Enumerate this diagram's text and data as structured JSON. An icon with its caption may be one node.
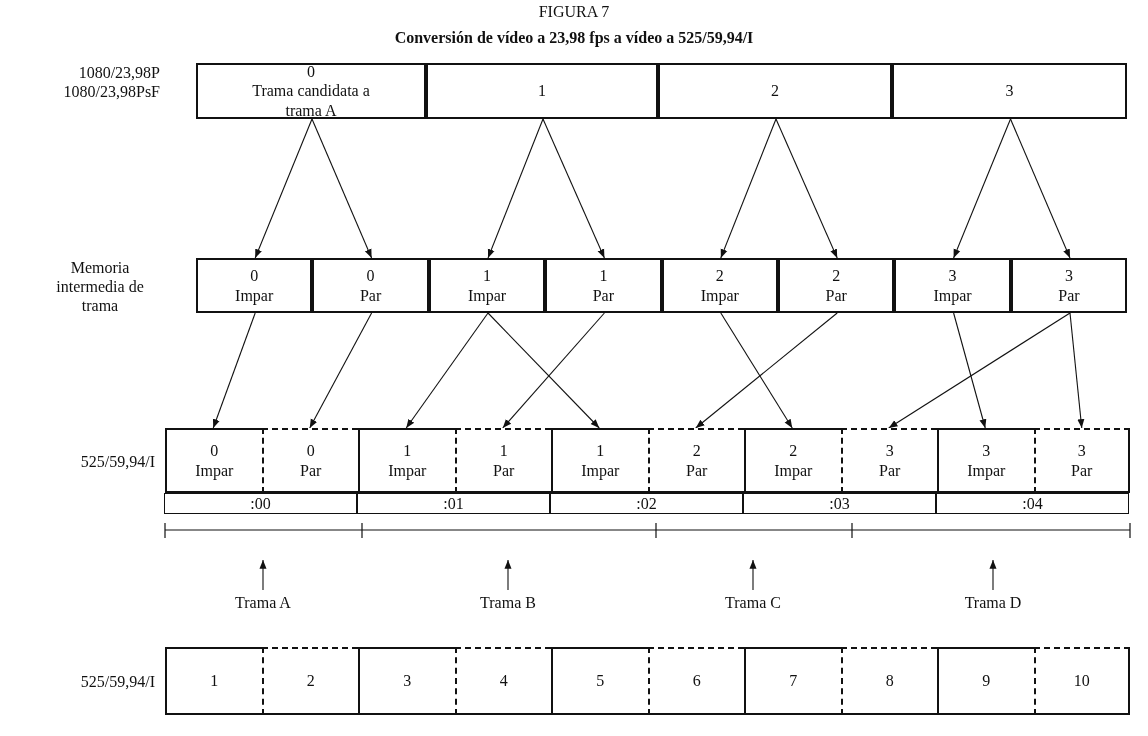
{
  "diagram": {
    "title": "Conversión de vídeo a 23,98 fps a vídeo a 525/59,94/I",
    "nodes": [
      {
        "text": [
          "0",
          "Trama candidata a trama A"
        ]
      },
      {
        "text": [
          "1"
        ]
      },
      {
        "text": [
          "2"
        ]
      },
      {
        "text": [
          "3"
        ]
      },
      {
        "text": [
          "0",
          "Impar"
        ]
      },
      {
        "text": [
          "0",
          "Par"
        ]
      },
      {
        "text": [
          "1",
          "Impar"
        ]
      },
      {
        "text": [
          "1",
          "Par"
        ]
      },
      {
        "text": [
          "2",
          "Impar"
        ]
      },
      {
        "text": [
          "2",
          "Par"
        ]
      },
      {
        "text": [
          "3",
          "Impar"
        ]
      },
      {
        "text": [
          "3",
          "Par"
        ]
      },
      {
        "text": [
          "0",
          "Impar"
        ]
      },
      {
        "text": [
          "0",
          "Par"
        ]
      },
      {
        "text": [
          "1",
          "Impar"
        ]
      },
      {
        "text": [
          "1",
          "Par"
        ]
      },
      {
        "text": [
          "1",
          "Impar"
        ]
      },
      {
        "text": [
          "2",
          "Par"
        ]
      },
      {
        "text": [
          "2",
          "Impar"
        ]
      },
      {
        "text": [
          "3",
          "Par"
        ]
      },
      {
        "text": [
          "3",
          "Impar"
        ]
      },
      {
        "text": [
          "3",
          "Par"
        ]
      },
      {
        "text": [
          ":00"
        ]
      },
      {
        "text": [
          ":01"
        ]
      },
      {
        "text": [
          ":02"
        ]
      },
      {
        "text": [
          ":03"
        ]
      },
      {
        "text": [
          ":04"
        ]
      },
      {
        "text": [
          "Trama A"
        ]
      },
      {
        "text": [
          "Trama B"
        ]
      },
      {
        "text": [
          "Trama C"
        ]
      },
      {
        "text": [
          "Trama D"
        ]
      },
      {
        "text": [
          "1"
        ]
      },
      {
        "text": [
          "2"
        ]
      },
      {
        "text": [
          "3"
        ]
      },
      {
        "text": [
          "4"
        ]
      },
      {
        "text": [
          "5"
        ]
      },
      {
        "text": [
          "6"
        ]
      },
      {
        "text": [
          "7"
        ]
      },
      {
        "text": [
          "8"
        ]
      },
      {
        "text": [
          "9"
        ]
      },
      {
        "text": [
          "10"
        ]
      }
    ],
    "edges": [
      {
        "from": 0,
        "to": 4,
        "arrow": "to"
      },
      {
        "from": 0,
        "to": 5,
        "arrow": "to"
      },
      {
        "from": 1,
        "to": 6,
        "arrow": "to"
      },
      {
        "from": 1,
        "to": 7,
        "arrow": "to"
      },
      {
        "from": 2,
        "to": 8,
        "arrow": "to"
      },
      {
        "from": 2,
        "to": 9,
        "arrow": "to"
      },
      {
        "from": 3,
        "to": 10,
        "arrow": "to"
      },
      {
        "from": 3,
        "to": 11,
        "arrow": "to"
      },
      {
        "from": 4,
        "to": 12,
        "arrow": "to"
      },
      {
        "from": 5,
        "to": 13,
        "arrow": "to"
      },
      {
        "from": 6,
        "to": 14,
        "arrow": "to"
      },
      {
        "from": 6,
        "to": 16,
        "arrow": "to"
      },
      {
        "from": 7,
        "to": 15,
        "arrow": "to"
      },
      {
        "from": 8,
        "to": 18,
        "arrow": "to"
      },
      {
        "from": 9,
        "to": 17,
        "arrow": "to"
      },
      {
        "from": 10,
        "to": 20,
        "arrow": "to"
      },
      {
        "from": 11,
        "to": 19,
        "arrow": "to"
      },
      {
        "from": 11,
        "to": 21,
        "arrow": "to"
      },
      {
        "from": 27,
        "to": null,
        "arrow": "to"
      },
      {
        "from": 28,
        "to": null,
        "arrow": "to"
      },
      {
        "from": 29,
        "to": null,
        "arrow": "to"
      },
      {
        "from": 30,
        "to": null,
        "arrow": "to"
      }
    ],
    "labels": [
      "FIGURA 7",
      "1080/23,98P 1080/23,98PsF",
      "Memoria intermedia de trama",
      "525/59,94/I",
      "525/59,94/I"
    ]
  }
}
